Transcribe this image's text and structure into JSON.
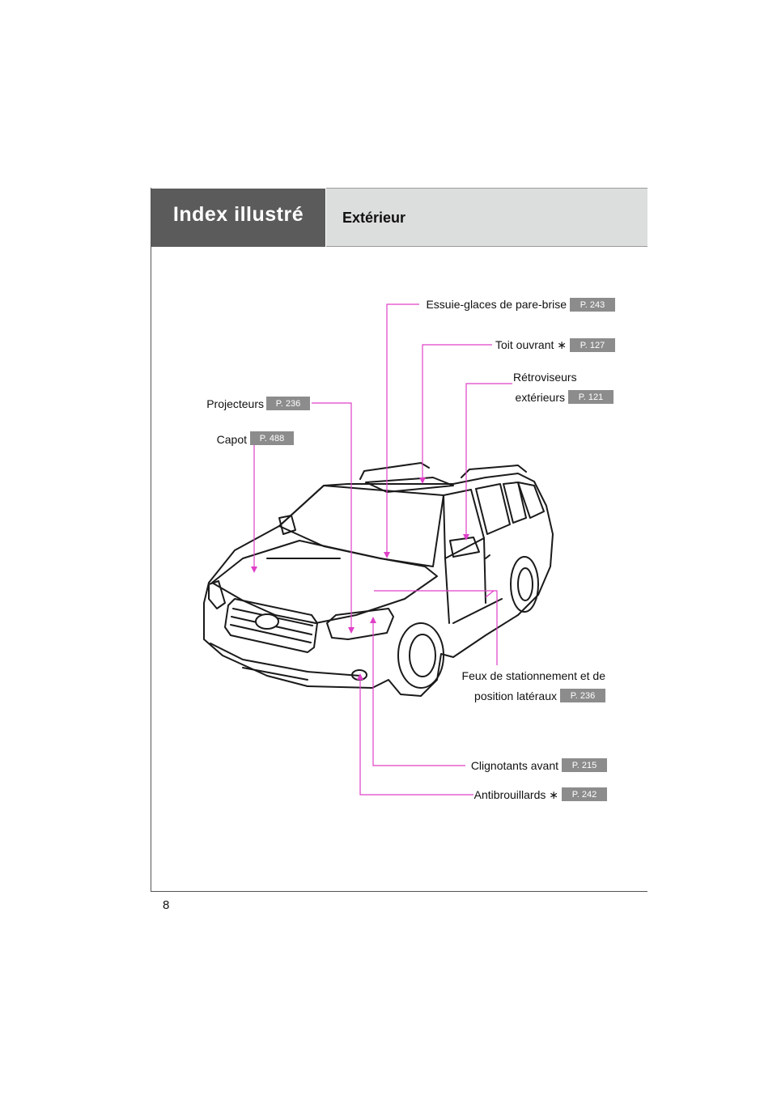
{
  "header": {
    "section": "Index illustré",
    "title": "Extérieur"
  },
  "page_number": "8",
  "callouts": {
    "essuie": {
      "label": "Essuie-glaces de pare-brise",
      "ref": "P. 243"
    },
    "toit": {
      "label": "Toit ouvrant ∗",
      "ref": "P. 127"
    },
    "retro": {
      "label1": "Rétroviseurs",
      "label2": "extérieurs",
      "ref": "P. 121"
    },
    "projecteurs": {
      "label": "Projecteurs",
      "ref": "P. 236"
    },
    "capot": {
      "label": "Capot",
      "ref": "P. 488"
    },
    "feux": {
      "label1": "Feux de stationnement et de",
      "label2": "position latéraux",
      "ref": "P. 236"
    },
    "clignotants": {
      "label": "Clignotants avant",
      "ref": "P. 215"
    },
    "antibrouillards": {
      "label": "Antibrouillards ∗",
      "ref": "P. 242"
    }
  },
  "colors": {
    "header_dark": "#5b5b5b",
    "header_light": "#dcdedd",
    "badge": "#8c8c8c",
    "leader": "#e040c8"
  },
  "illustration": {
    "icon": "suv-vehicle-line-drawing"
  }
}
